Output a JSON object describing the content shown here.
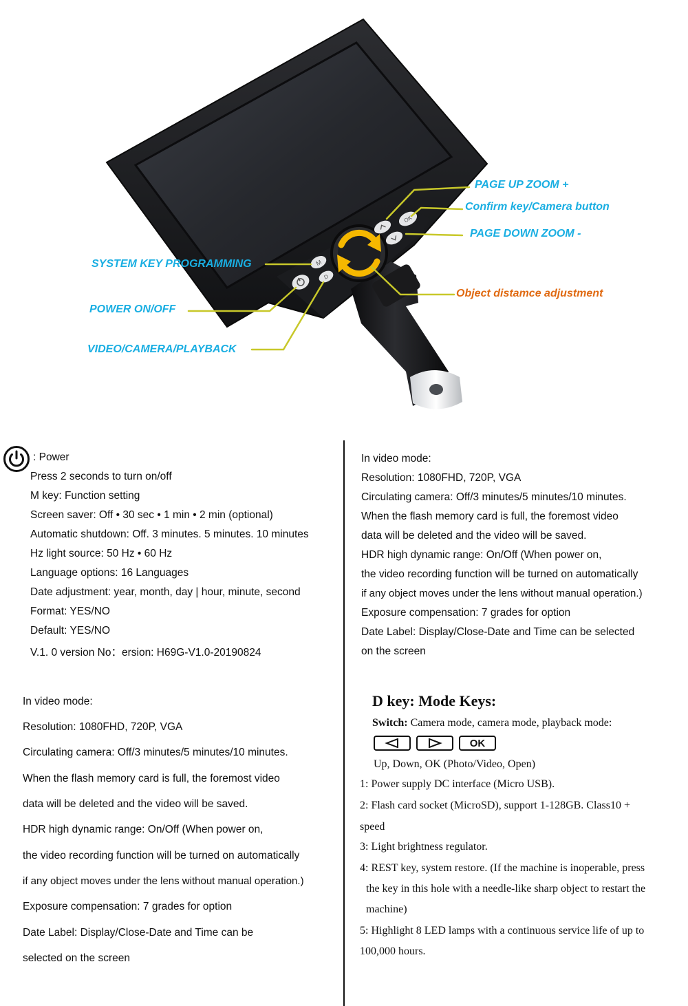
{
  "callouts": {
    "page_up": "PAGE UP ZOOM +",
    "confirm": "Confirm key/Camera button",
    "page_down": "PAGE DOWN ZOOM -",
    "system_key": "SYSTEM KEY PROGRAMMING",
    "power": "POWER ON/OFF",
    "object_distance": "Object distamce adjustment",
    "video_camera": "VIDEO/CAMERA/PLAYBACK"
  },
  "device_keys": {
    "m": "M",
    "d": "D",
    "ok": "OK"
  },
  "colors": {
    "callout_blue": "#19aee2",
    "callout_orange": "#e06a12",
    "leader_yellow": "#c8c82a",
    "knob_yellow": "#f5b800"
  },
  "power_section": {
    "icon": "power-icon",
    "title": ":  Power",
    "lines": [
      "Press 2 seconds to turn on/off",
      "M key: Function setting",
      "Screen saver: Off • 30 sec • 1 min • 2 min (optional)",
      "Automatic shutdown: Off. 3 minutes. 5 minutes. 10 minutes",
      "Hz light source: 50 Hz • 60 Hz",
      "Language options: 16 Languages",
      "Date adjustment: year, month, day | hour, minute, second",
      "Format: YES/NO",
      "Default: YES/NO",
      "V.1. 0 version No：ersion: H69G-V1.0-20190824"
    ]
  },
  "video_top_right": [
    "In video mode:",
    "Resolution: 1080FHD, 720P, VGA",
    "Circulating camera: Off/3 minutes/5 minutes/10 minutes.",
    "When the flash memory card is full, the foremost video",
    "data will be deleted and the video will be saved.",
    "HDR high dynamic range: On/Off (When power on,",
    "the video recording function will be turned on automatically",
    "if any object moves under the lens without manual operation.)",
    "Exposure compensation: 7 grades for option",
    "Date Label: Display/Close-Date and Time can be selected",
    "on the screen"
  ],
  "video_bottom_left": [
    "In video mode:",
    "Resolution: 1080FHD, 720P, VGA",
    "Circulating camera: Off/3 minutes/5 minutes/10 minutes.",
    "When the flash memory card is full, the foremost video",
    "data will be deleted and the video will be saved.",
    "HDR high dynamic range: On/Off (When power on,",
    "the video recording function will be turned on automatically",
    "if any object moves under the lens without manual operation.)",
    "Exposure compensation: 7 grades for option",
    "Date Label: Display/Close-Date and Time can be",
    "selected on the screen"
  ],
  "d_key": {
    "title": "D key: Mode Keys:",
    "switch_label": "Switch:",
    "switch_text": " Camera mode, camera mode, playback mode:",
    "key_icons": [
      "left-arrow-key-icon",
      "right-arrow-key-icon"
    ],
    "ok_key": "OK",
    "keys_caption": "Up, Down, OK (Photo/Video, Open)",
    "items": [
      "1: Power supply DC interface (Micro USB).",
      "2: Flash card socket (MicroSD), support 1-128GB. Class10 +",
      "speed",
      "3: Light brightness regulator.",
      "4: REST key, system restore. (If the machine is inoperable, press",
      "the key in this hole with a needle-like sharp object to restart the",
      "machine)",
      "5: Highlight 8 LED lamps with a continuous service life of up to",
      "100,000 hours."
    ]
  }
}
